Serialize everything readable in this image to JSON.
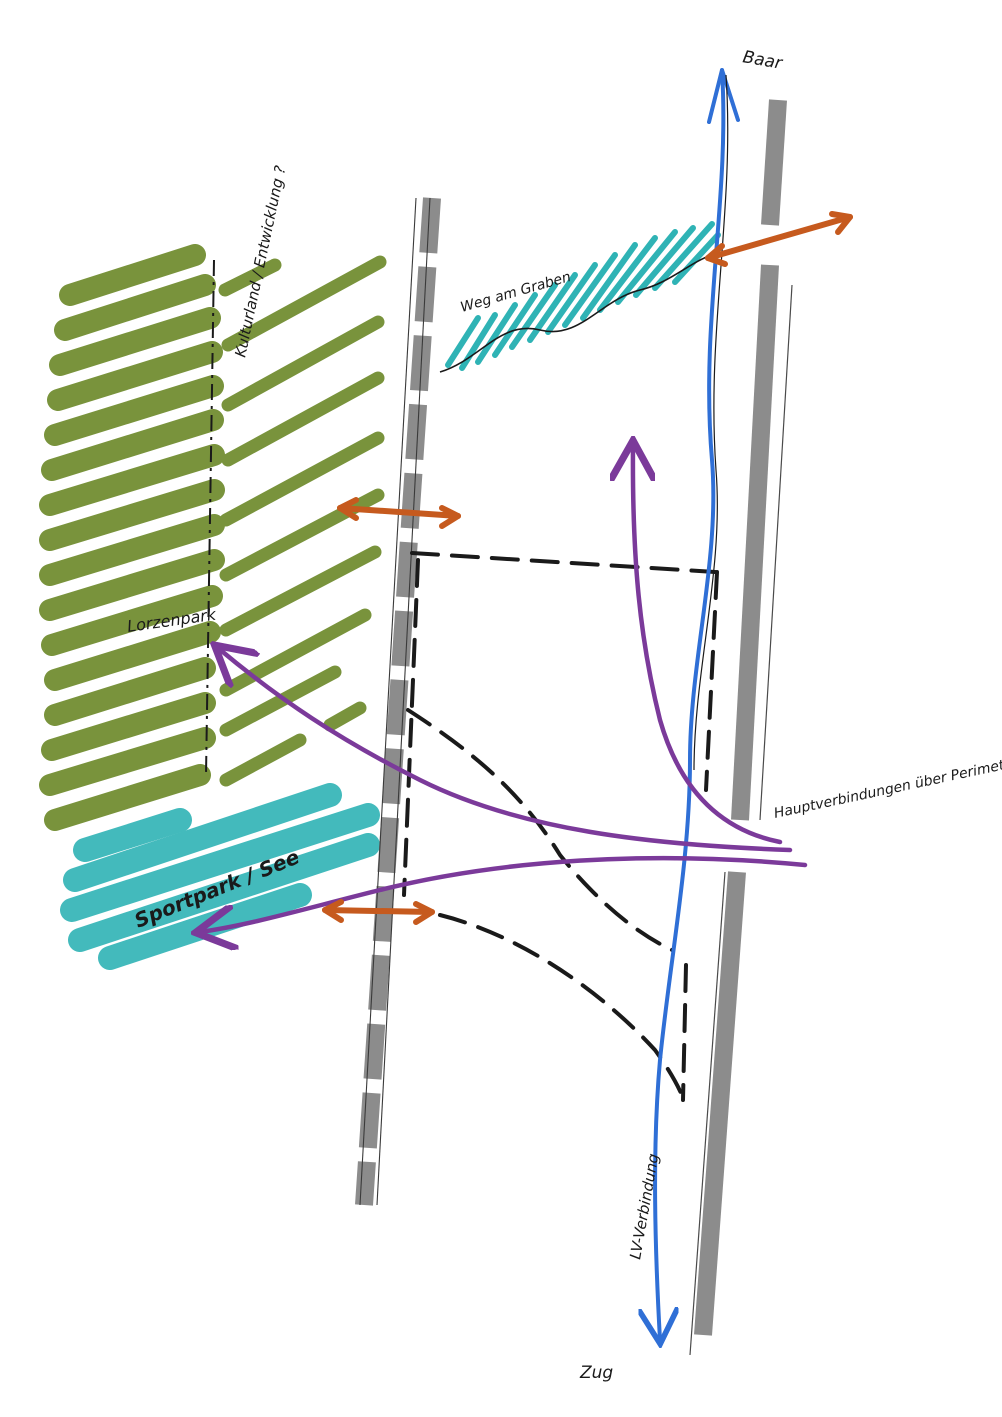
{
  "labels": {
    "north": "Baar",
    "south": "Zug",
    "path_along_ditch": "Weg am Graben",
    "cultural_landscape": "Kulturland / Entwicklung ?",
    "lorzenpark": "Lorzenpark",
    "sportpark": "Sportpark / See",
    "main_connections": "Hauptverbindungen über Perimeter",
    "lv_connection": "LV-Verbindung"
  },
  "colors": {
    "green_area": "#6e8a2c",
    "teal_area": "#2fb3b5",
    "blue_route": "#2f6fd6",
    "purple_route": "#7b3a9a",
    "orange_crossing": "#c65a1e",
    "rail_grey": "#8c8c8c",
    "ink": "#1a1a1a"
  }
}
